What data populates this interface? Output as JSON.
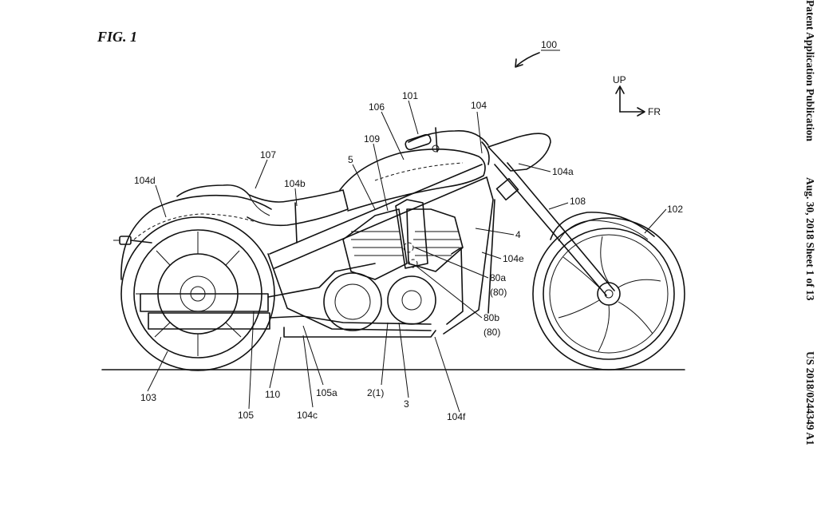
{
  "figure": {
    "title": "FIG. 1"
  },
  "header": {
    "publication": "Patent Application Publication",
    "date_sheet": "Aug. 30, 2018  Sheet 1 of 13",
    "number": "US 2018/0244349 A1"
  },
  "axes": {
    "up": "UP",
    "forward": "FR"
  },
  "labels": {
    "l100": "100",
    "l101": "101",
    "l102": "102",
    "l103": "103",
    "l104": "104",
    "l104a": "104a",
    "l104b": "104b",
    "l104c": "104c",
    "l104d": "104d",
    "l104e": "104e",
    "l104f": "104f",
    "l105": "105",
    "l105a": "105a",
    "l106": "106",
    "l107": "107",
    "l108": "108",
    "l109": "109",
    "l110": "110",
    "l2": "2(1)",
    "l3": "3",
    "l4": "4",
    "l5": "5",
    "l80a": "80a",
    "l80a2": "(80)",
    "l80b": "80b",
    "l80b2": "(80)"
  }
}
